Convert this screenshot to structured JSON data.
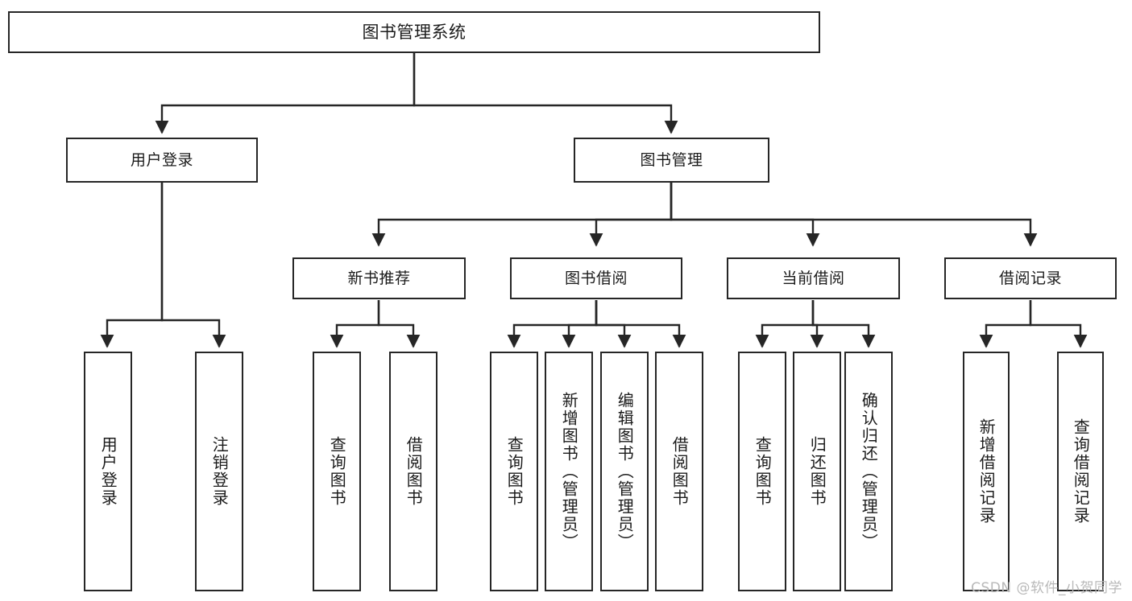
{
  "diagram": {
    "title": "图书管理系统",
    "type": "tree-hierarchy",
    "root": {
      "id": "root",
      "label": "图书管理系统"
    },
    "level1": [
      {
        "id": "user-login",
        "label": "用户登录"
      },
      {
        "id": "book-manage",
        "label": "图书管理"
      }
    ],
    "level2": [
      {
        "id": "new-book-rec",
        "label": "新书推荐",
        "parent": "book-manage"
      },
      {
        "id": "book-borrow",
        "label": "图书借阅",
        "parent": "book-manage"
      },
      {
        "id": "current-borrow",
        "label": "当前借阅",
        "parent": "book-manage"
      },
      {
        "id": "borrow-record",
        "label": "借阅记录",
        "parent": "book-manage"
      }
    ],
    "leaves": [
      {
        "id": "leaf-user-login",
        "label": "用户登录",
        "parent": "user-login"
      },
      {
        "id": "leaf-user-logout",
        "label": "注销登录",
        "parent": "user-login"
      },
      {
        "id": "leaf-query-book-1",
        "label": "查询图书",
        "parent": "new-book-rec"
      },
      {
        "id": "leaf-borrow-book-1",
        "label": "借阅图书",
        "parent": "new-book-rec"
      },
      {
        "id": "leaf-query-book-2",
        "label": "查询图书",
        "parent": "book-borrow"
      },
      {
        "id": "leaf-add-book",
        "label": "新增图书（管理员）",
        "parent": "book-borrow"
      },
      {
        "id": "leaf-edit-book",
        "label": "编辑图书（管理员）",
        "parent": "book-borrow"
      },
      {
        "id": "leaf-borrow-book-2",
        "label": "借阅图书",
        "parent": "book-borrow"
      },
      {
        "id": "leaf-query-book-3",
        "label": "查询图书",
        "parent": "current-borrow"
      },
      {
        "id": "leaf-return-book",
        "label": "归还图书",
        "parent": "current-borrow"
      },
      {
        "id": "leaf-confirm-return",
        "label": "确认归还（管理员）",
        "parent": "current-borrow"
      },
      {
        "id": "leaf-add-record",
        "label": "新增借阅记录",
        "parent": "borrow-record"
      },
      {
        "id": "leaf-query-record",
        "label": "查询借阅记录",
        "parent": "borrow-record"
      }
    ]
  },
  "watermark": {
    "text": "CSDN @软件_小贺同学"
  },
  "colors": {
    "stroke": "#262626",
    "background": "#ffffff",
    "text": "#1b1b1b",
    "watermark": "#b9b9b9"
  }
}
